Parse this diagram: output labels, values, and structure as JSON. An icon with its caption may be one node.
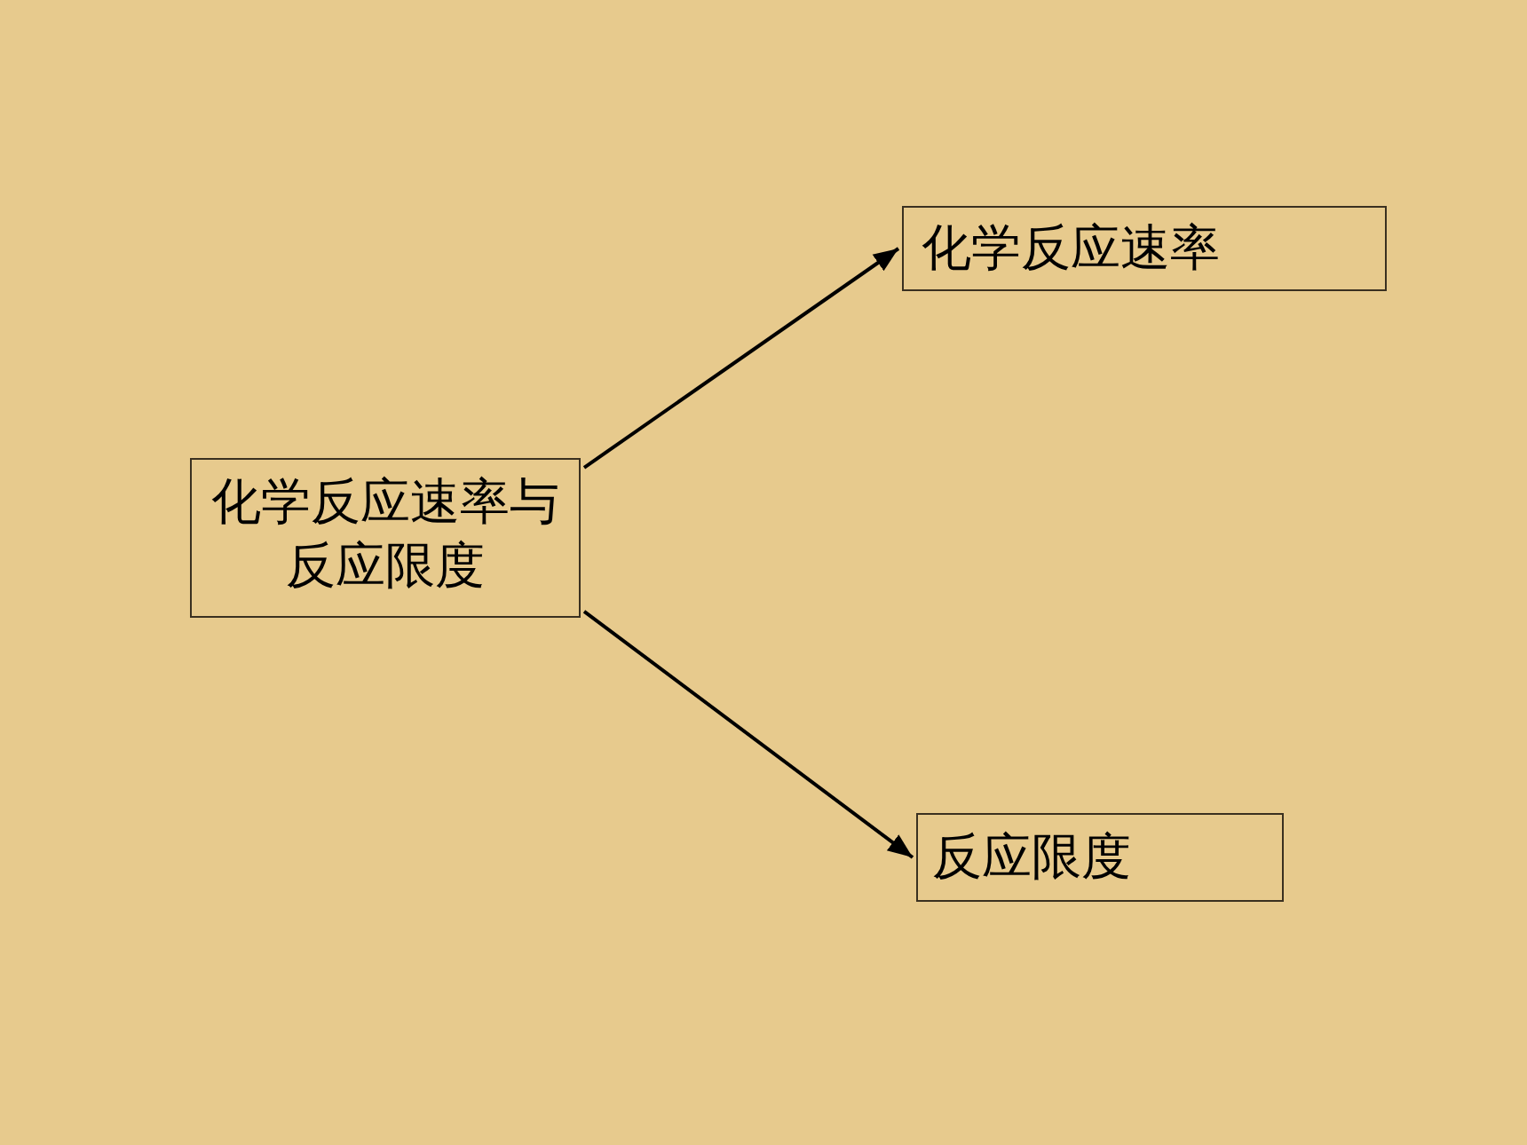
{
  "diagram": {
    "nodes": [
      {
        "text": [
          "化学反应速率与反应限度"
        ]
      },
      {
        "text": [
          "化学反应速率"
        ]
      },
      {
        "text": [
          "反应限度"
        ]
      }
    ],
    "edges": [
      {
        "from": 0,
        "to": 1,
        "arrow": "to"
      },
      {
        "from": 0,
        "to": 2,
        "arrow": "to"
      }
    ]
  }
}
